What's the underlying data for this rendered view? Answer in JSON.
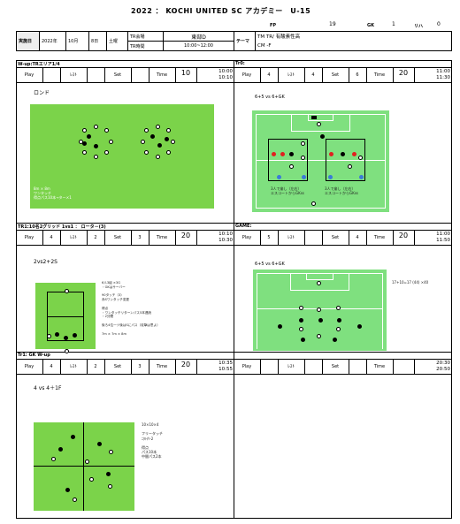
{
  "header": {
    "title": "2022 ： KOCHI UNITED SC アカデミー　U-15",
    "fp_label": "FP",
    "fp_value": "19",
    "gk_label": "GK",
    "gk_value": "1",
    "reha_label": "リハ",
    "reha_value": "0"
  },
  "info": {
    "date_label": "実施日",
    "year": "2022年",
    "month": "10月",
    "day": "8日",
    "weekday": "土曜",
    "place_label": "TR会場",
    "place": "東部D",
    "time_label": "TR時間",
    "time": "10:00~12:00",
    "theme_label": "テーマ",
    "theme_line1": "TM TR/ 有酸素性高",
    "theme_line2": "CM -F"
  },
  "labels": {
    "play": "Play",
    "rest": "ﾚｽﾄ",
    "set": "Set",
    "time": "Time"
  },
  "sections": [
    {
      "title": "W-up:TRエリア1/4",
      "play": "",
      "rest": "",
      "set": "",
      "time": "10",
      "start": "10:00",
      "end": "10:10",
      "desc": "ロンド",
      "note": "8m × 8m\nワンタッチ\n得点パス10本→ターメ1"
    },
    {
      "title": "Tr0:",
      "play": "4",
      "rest": "4",
      "set": "6",
      "time": "20",
      "start": "11:00",
      "end": "11:30",
      "desc": "6+5 vs 6+GK",
      "note1": "3人で崩し（左右）\nエスコートからGKss",
      "note2": "3人で崩し（左右）\nエスコートからGKss"
    },
    {
      "title": "TR1:10名2グリッド 1vs1 ： ロータ－(3)",
      "play": "4",
      "rest": "2",
      "set": "3",
      "time": "20",
      "start": "10:10",
      "end": "10:30",
      "desc": "2vs2+2S",
      "note": "6人3組 ×3G\n・GKはサーバー\n\n90タッチ（3）\n赤Sワンタッチ変更\n\n得点\n・ワンタッチリターンパス5本連続\n・2分間\n\n後ろ4位一ツ後はSにパス（攻撃は思よ）\n\n7m × 7m × 8m"
    },
    {
      "title": "GAME:",
      "play": "5",
      "rest": "",
      "set": "4",
      "time": "20",
      "start": "11:00",
      "end": "11:50",
      "desc": "6+5 vs 6+GK",
      "note": "17+10=17 (44) ×40"
    },
    {
      "title": "Tr1: GK W-up",
      "play": "4",
      "rest": "2",
      "set": "3",
      "time": "20",
      "start": "10:35",
      "end": "10:55",
      "desc": "4 vs 4＋1F",
      "note": "10×10×4\n\nフリータッチ\nﾆﾀﾄ/ﾘ-2\n\n得点\nパス10本\n中間パス2本"
    },
    {
      "title": "",
      "play": "",
      "rest": "",
      "set": "",
      "time": "",
      "start": "20:30",
      "end": "20:50"
    }
  ]
}
